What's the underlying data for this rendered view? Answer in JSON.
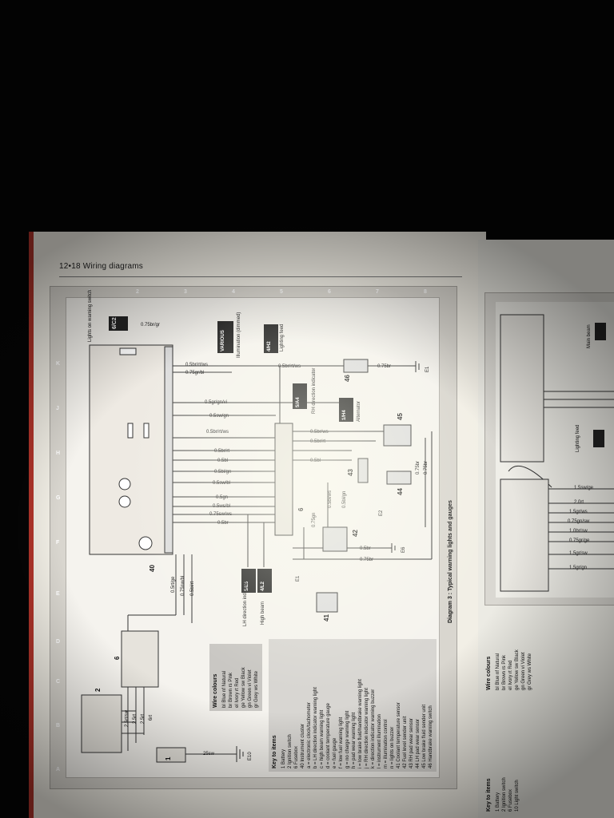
{
  "page": {
    "heading": "12•18 Wiring diagrams",
    "diagram_title": "Diagram 3 : Typical warning lights and gauges"
  },
  "grid": {
    "letters": [
      "K",
      "J",
      "H",
      "G",
      "F",
      "E",
      "D",
      "C",
      "B",
      "A"
    ],
    "numbers": [
      "1",
      "2",
      "3",
      "4",
      "5",
      "6",
      "7",
      "8"
    ]
  },
  "components": {
    "c40": "40",
    "c6": "6",
    "c2": "2",
    "c1": "1",
    "c41": "41",
    "c42": "42",
    "c43": "43",
    "c44": "44",
    "c45": "45",
    "c46": "46"
  },
  "connectors": {
    "lights_on_warning": {
      "ref": "6/C2",
      "label": "Lights on warning switch"
    },
    "illumination": {
      "ref": "VARIOUS",
      "label": "Illumination (dimmed)"
    },
    "lighting_feed": {
      "ref": "4/H2",
      "label": "Lighting feed"
    },
    "rh_direction": {
      "ref": "5/A4",
      "label": "RH direction indicator"
    },
    "alternator": {
      "ref": "1/H4",
      "label": "Alternator"
    },
    "lh_direction": {
      "ref": "5/E5",
      "label": "LH direction indicator"
    },
    "high_beam": {
      "ref": "4/L2",
      "label": "High beam"
    }
  },
  "wires": [
    "0.75br/gr",
    "0.5br/rt/ws",
    "0.75gr/bl",
    "0.5br/rt/ws",
    "0.75br",
    "0.5gr/gn/vi",
    "0.5sw/gn",
    "0.5br/rt/ws",
    "0.5br/ws",
    "0.5br/rt",
    "0.5br/rt",
    "0.5bl",
    "0.5bl",
    "0.5bl/gn",
    "0.5sw/bl",
    "0.5gn",
    "0.5ws/bl",
    "0.75sw/ws",
    "0.5br",
    "0.75gn",
    "0.5bl/ws",
    "0.5bl/gn",
    "0.75br",
    "0.75br",
    "0.5br",
    "0.75br",
    "0.5rt/ge",
    "0.75sw/bl",
    "0.5bl/rt",
    "2.5rt/sw",
    "2.5rt",
    "2.5rt",
    "6rt",
    "25sw"
  ],
  "earths": [
    "E1",
    "E2",
    "E6",
    "E1",
    "E10"
  ],
  "wire_colours": {
    "title": "Wire colours",
    "rows": [
      "bl Blue   nf Natural",
      "br Brown  rs Pink",
      "el Ivory  rt Red",
      "ge Yellow sw Black",
      "gn Green  vi Violet",
      "gr Grey   ws White"
    ]
  },
  "key": {
    "title": "Key to items",
    "items": [
      "1  Battery",
      "2  Ignition switch",
      "6  Fusebox",
      "40 Instrument cluster",
      "   a = electronic clock/tachometer",
      "   b = LH direction indicator warning light",
      "   c = high beam warning light",
      "   d = coolant temperature gauge",
      "   e = fuel gauge",
      "   f = low fuel warning light",
      "   g = no charge warning light",
      "   h = pad wear warning light",
      "   i = low brake fluid/handbrake warning light",
      "   j = RH direction indicator warning light",
      "   k = direction indicator warning buzzer",
      "   l = instrument illumination",
      "   m = illumination control",
      "   n = lights on buzzer",
      "41 Coolant temperature sensor",
      "42 Fuel level sender unit",
      "43 RH pad wear sensor",
      "44 LH pad wear sensor",
      "45 Low brake fluid sender unit",
      "46 Handbrake warning switch"
    ]
  },
  "right_page": {
    "labels": [
      "Main beam",
      "Lighting feed"
    ],
    "wires": [
      "1.5sw/ge",
      "2.0rt",
      "1.5gr/ws",
      "0.75gn/sw",
      "1.0br/sw",
      "0.75gr/ge",
      "1.5gr/sw",
      "1.5gr/gn"
    ],
    "wire_colours_title": "Wire colours",
    "wire_colours_rows": [
      "bl Blue   nf Natural",
      "br Brown  rs Pink",
      "el Ivory  rt Red",
      "ge Yellow sw Black",
      "gn Green  vi Violet",
      "gr Grey   ws White"
    ],
    "key_title": "Key to items",
    "key_items": [
      "1 Battery",
      "2 Ignition switch",
      "6 Fusebox",
      "10 Light switch"
    ]
  }
}
